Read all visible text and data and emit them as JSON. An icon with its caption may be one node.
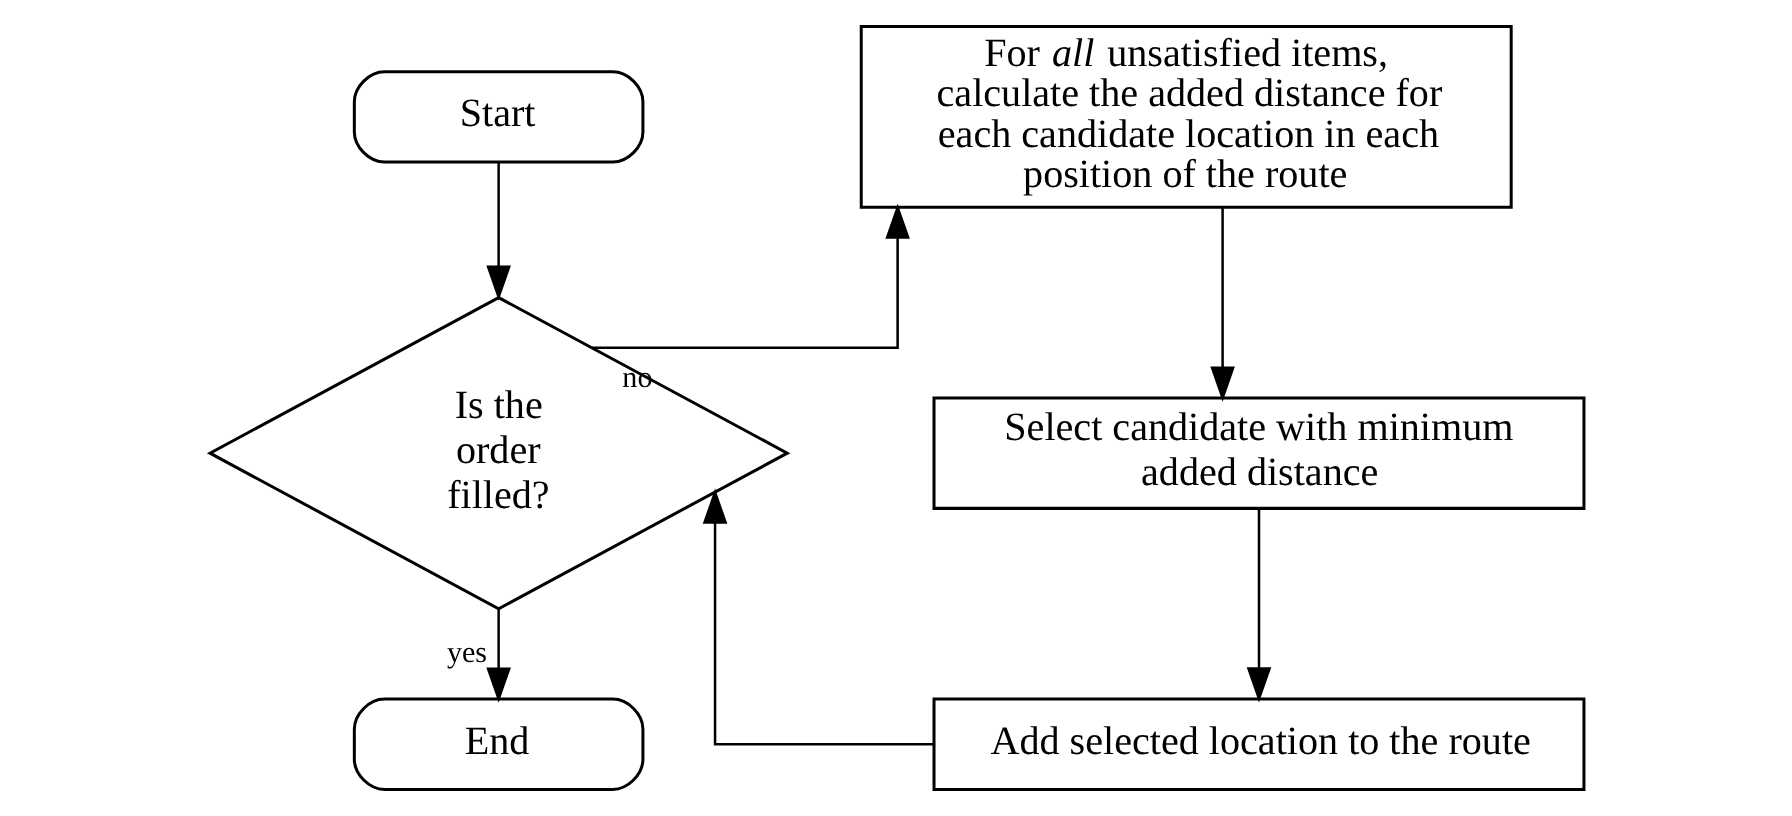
{
  "diagram": {
    "nodes": [
      {
        "text": [
          "Start"
        ]
      },
      {
        "text": [
          "Is the order filled?"
        ]
      },
      {
        "text": [
          "End"
        ]
      },
      {
        "text": [
          "For *all* unsatisfied items, calculate the added distance for each candidate location in each position of the route"
        ]
      },
      {
        "text": [
          "Select candidate with minimum added distance"
        ]
      },
      {
        "text": [
          "Add selected location to the route"
        ]
      }
    ],
    "edges": [
      {
        "from": 0,
        "to": 1,
        "arrow": "to"
      },
      {
        "from": 1,
        "to": 3,
        "arrow": "to",
        "label": "no"
      },
      {
        "from": 1,
        "to": 2,
        "arrow": "to",
        "label": "yes"
      },
      {
        "from": 3,
        "to": 4,
        "arrow": "to"
      },
      {
        "from": 4,
        "to": 5,
        "arrow": "to"
      },
      {
        "from": 5,
        "to": 1,
        "arrow": "to"
      }
    ]
  }
}
